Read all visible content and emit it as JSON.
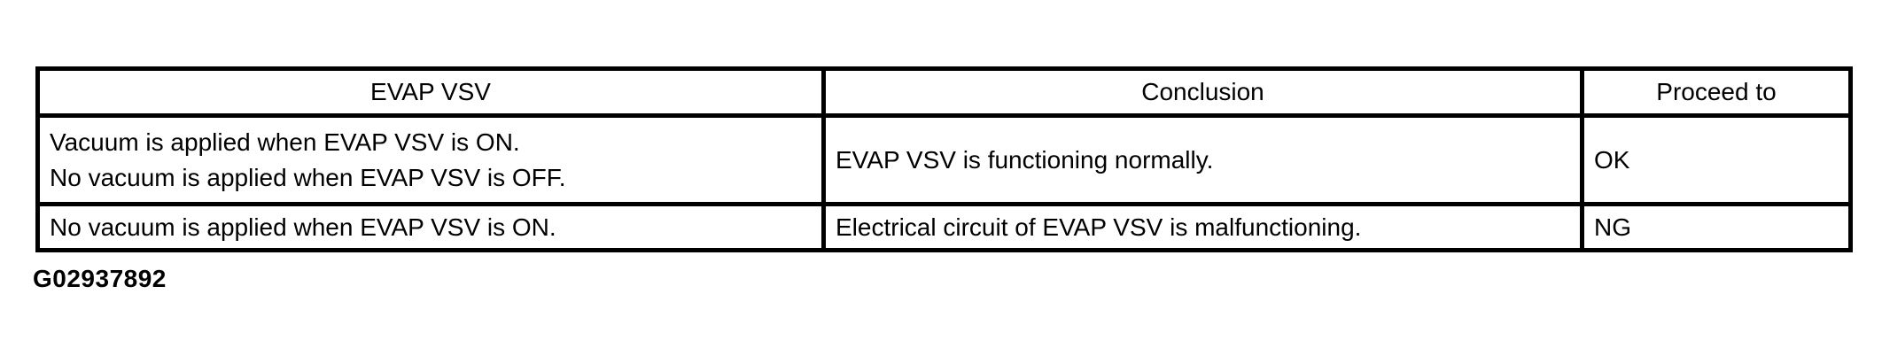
{
  "figure_code": "G02937892",
  "table": {
    "headers": [
      {
        "label": "EVAP VSV"
      },
      {
        "label": "Conclusion"
      },
      {
        "label": "Proceed to"
      }
    ],
    "rows": [
      {
        "evap_vsv_line1": "Vacuum is applied when EVAP VSV is ON.",
        "evap_vsv_line2": "No vacuum is applied when EVAP VSV is OFF.",
        "conclusion": "EVAP VSV is functioning normally.",
        "proceed_to": "OK"
      },
      {
        "evap_vsv_line1": "No vacuum is applied when EVAP VSV is ON.",
        "conclusion": "Electrical circuit of EVAP VSV is malfunctioning.",
        "proceed_to": "NG"
      }
    ]
  }
}
